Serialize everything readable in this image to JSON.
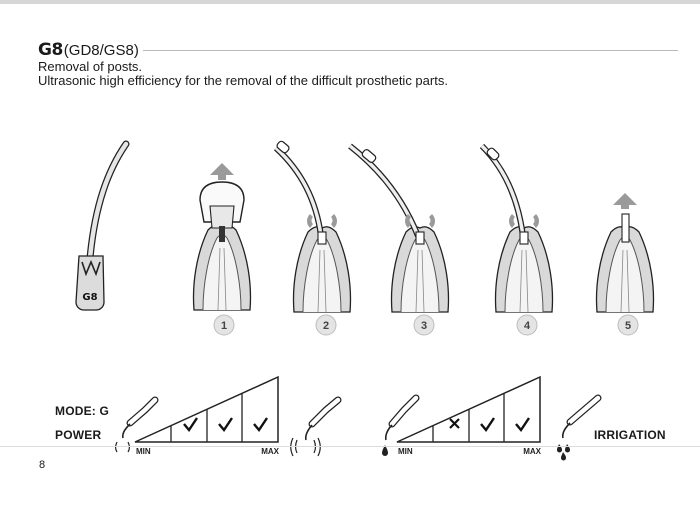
{
  "header": {
    "model": "G8",
    "variants": "(GD8/GS8)",
    "line1": "Removal of posts.",
    "line2": "Ultrasonic high efficiency for the removal of the difficult prosthetic parts."
  },
  "tip_label": "G8",
  "steps": [
    "1",
    "2",
    "3",
    "4",
    "5"
  ],
  "settings": {
    "mode_label": "MODE: G",
    "power_label": "POWER",
    "irrigation_label": "IRRIGATION",
    "power_scale": {
      "min": "MIN",
      "max": "MAX",
      "marks": [
        "",
        "check",
        "check",
        "check"
      ]
    },
    "irrigation_scale": {
      "min": "MIN",
      "max": "MAX",
      "marks": [
        "",
        "cross",
        "check",
        "check"
      ]
    }
  },
  "page_number": "8",
  "colors": {
    "ink": "#1a1a1a",
    "gum": "#d9d9d9",
    "arrow": "#8a8a8a",
    "badge": "#e4e4e4"
  }
}
